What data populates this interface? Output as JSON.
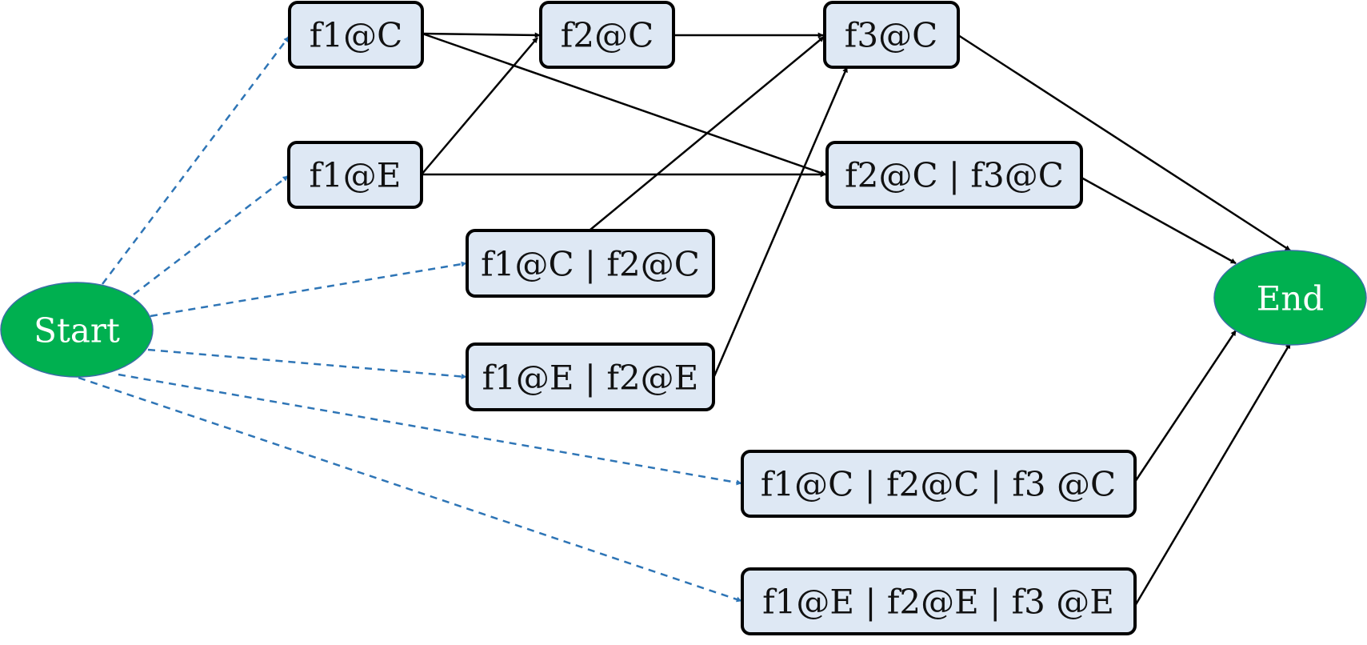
{
  "diagram": {
    "nodes": [
      {
        "id": "start",
        "label": "Start",
        "shape": "ellipse"
      },
      {
        "id": "end",
        "label": "End",
        "shape": "ellipse"
      },
      {
        "id": "f1c",
        "label": "f1@C",
        "shape": "rect"
      },
      {
        "id": "f2c",
        "label": "f2@C",
        "shape": "rect"
      },
      {
        "id": "f3c",
        "label": "f3@C",
        "shape": "rect"
      },
      {
        "id": "f1e",
        "label": "f1@E",
        "shape": "rect"
      },
      {
        "id": "f2c_f3c",
        "label": "f2@C | f3@C",
        "shape": "rect"
      },
      {
        "id": "f1c_f2c",
        "label": "f1@C | f2@C",
        "shape": "rect"
      },
      {
        "id": "f1e_f2e",
        "label": "f1@E | f2@E",
        "shape": "rect"
      },
      {
        "id": "f1c_f2c_f3c",
        "label": "f1@C | f2@C | f3 @C",
        "shape": "rect"
      },
      {
        "id": "f1e_f2e_f3e",
        "label": "f1@E | f2@E | f3 @E",
        "shape": "rect"
      }
    ],
    "edges": [
      {
        "from": "start",
        "to": "f1c",
        "style": "dashed"
      },
      {
        "from": "start",
        "to": "f1e",
        "style": "dashed"
      },
      {
        "from": "start",
        "to": "f1c_f2c",
        "style": "dashed"
      },
      {
        "from": "start",
        "to": "f1e_f2e",
        "style": "dashed"
      },
      {
        "from": "start",
        "to": "f1c_f2c_f3c",
        "style": "dashed"
      },
      {
        "from": "start",
        "to": "f1e_f2e_f3e",
        "style": "dashed"
      },
      {
        "from": "f1c",
        "to": "f2c",
        "style": "solid"
      },
      {
        "from": "f1c",
        "to": "f2c_f3c",
        "style": "solid"
      },
      {
        "from": "f1e",
        "to": "f2c",
        "style": "solid"
      },
      {
        "from": "f1e",
        "to": "f2c_f3c",
        "style": "solid"
      },
      {
        "from": "f2c",
        "to": "f3c",
        "style": "solid"
      },
      {
        "from": "f1c_f2c",
        "to": "f3c",
        "style": "solid"
      },
      {
        "from": "f1e_f2e",
        "to": "f3c",
        "style": "solid"
      },
      {
        "from": "f3c",
        "to": "end",
        "style": "solid"
      },
      {
        "from": "f2c_f3c",
        "to": "end",
        "style": "solid"
      },
      {
        "from": "f1c_f2c_f3c",
        "to": "end",
        "style": "solid"
      },
      {
        "from": "f1e_f2e_f3e",
        "to": "end",
        "style": "solid"
      }
    ],
    "colors": {
      "terminal_fill": "#00b050",
      "box_fill": "#dee8f4",
      "solid_edge": "#000000",
      "dashed_edge": "#2e75b6"
    }
  }
}
